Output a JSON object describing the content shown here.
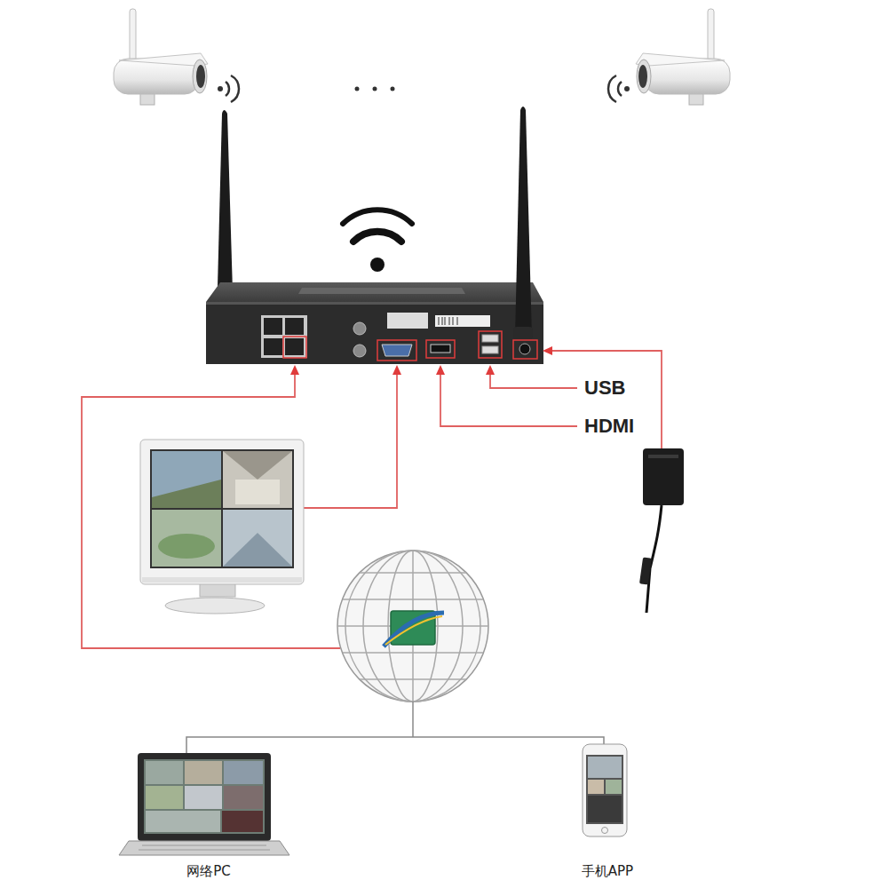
{
  "diagram": {
    "labels": [
      "USB",
      "HDMI",
      "网络PC",
      "手机APP"
    ]
  }
}
